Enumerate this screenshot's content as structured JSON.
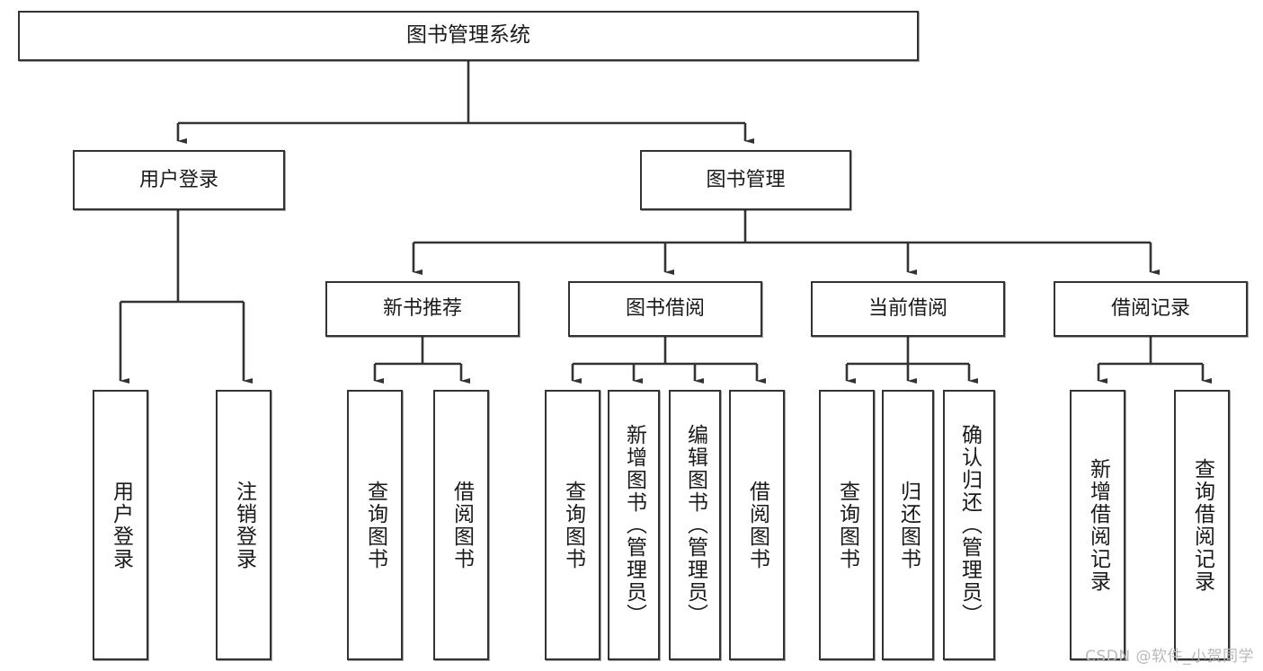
{
  "diagram": {
    "title": "图书管理系统",
    "type": "tree",
    "watermark": "CSDN @软件_小贺同学",
    "colors": {
      "box_border": "#333333",
      "box_fill": "#ffffff",
      "line": "#333333",
      "text": "#1a1a1a",
      "watermark": "#b9b9b9"
    },
    "nodes": {
      "root": {
        "label": "图书管理系统"
      },
      "level2": [
        {
          "id": "user-login",
          "label": "用户登录"
        },
        {
          "id": "book-manage",
          "label": "图书管理"
        }
      ],
      "level3": [
        {
          "id": "new-book-rec",
          "label": "新书推荐"
        },
        {
          "id": "book-borrow",
          "label": "图书借阅"
        },
        {
          "id": "current-borrow",
          "label": "当前借阅"
        },
        {
          "id": "borrow-record",
          "label": "借阅记录"
        }
      ],
      "leaves": [
        {
          "id": "leaf-user-login",
          "label": "用户登录",
          "parent": "user-login"
        },
        {
          "id": "leaf-user-logout",
          "label": "注销登录",
          "parent": "user-login"
        },
        {
          "id": "leaf-query-book-1",
          "label": "查询图书",
          "parent": "new-book-rec"
        },
        {
          "id": "leaf-borrow-book-1",
          "label": "借阅图书",
          "parent": "new-book-rec"
        },
        {
          "id": "leaf-query-book-2",
          "label": "查询图书",
          "parent": "book-borrow"
        },
        {
          "id": "leaf-add-book",
          "label": "新增图书（管理员）",
          "parent": "book-borrow"
        },
        {
          "id": "leaf-edit-book",
          "label": "编辑图书（管理员）",
          "parent": "book-borrow"
        },
        {
          "id": "leaf-borrow-book-2",
          "label": "借阅图书",
          "parent": "book-borrow"
        },
        {
          "id": "leaf-query-book-3",
          "label": "查询图书",
          "parent": "current-borrow"
        },
        {
          "id": "leaf-return-book",
          "label": "归还图书",
          "parent": "current-borrow"
        },
        {
          "id": "leaf-confirm-return",
          "label": "确认归还（管理员）",
          "parent": "current-borrow"
        },
        {
          "id": "leaf-add-record",
          "label": "新增借阅记录",
          "parent": "borrow-record"
        },
        {
          "id": "leaf-query-record",
          "label": "查询借阅记录",
          "parent": "borrow-record"
        }
      ]
    }
  }
}
